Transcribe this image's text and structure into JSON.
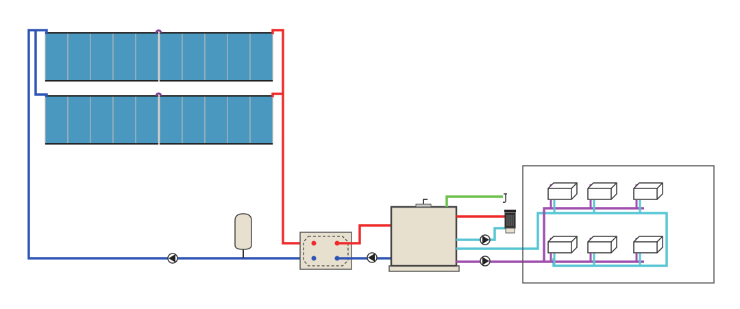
{
  "colors": {
    "cold_pipe": "#2f55b5",
    "hot_pipe": "#ee2a2a",
    "supply_pipe": "#56c6d4",
    "return_pipe": "#a04fae",
    "cold_water_pipe": "#6cc04a",
    "collector_fill": "#4a98bf",
    "equipment_fill": "#e8e0cf",
    "outline": "#333333"
  },
  "components": {
    "solar_collector_rows": 2,
    "collectors_per_row": 2,
    "tubes_per_collector": 5,
    "indoor_units": 6
  }
}
